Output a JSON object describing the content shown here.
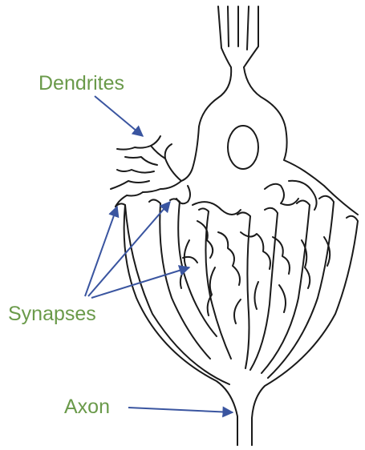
{
  "labels": {
    "dendrites": "Dendrites",
    "synapses": "Synapses",
    "axon": "Axon"
  },
  "colors": {
    "label_text": "#6a9a4a",
    "arrow": "#3a55a0",
    "outline": "#1a1a1a",
    "background": "#ffffff"
  }
}
